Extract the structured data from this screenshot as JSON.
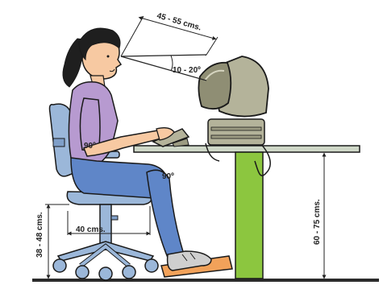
{
  "illustration": {
    "subject": "ergonomic-seated-posture-at-computer-desk",
    "colors": {
      "outline": "#1a1a1a",
      "skin": "#f7c9a2",
      "hair": "#1f1f1f",
      "shirt": "#b79ad0",
      "jeans": "#5f86c8",
      "chair": "#9bb7d9",
      "desk_top": "#cfd8c8",
      "desk_leg": "#8cc63f",
      "monitor": "#b4b39a",
      "shoe": "#cfcfcf",
      "footrest": "#f2a25a",
      "floor": "#2b2b2b"
    }
  },
  "labels": {
    "eye_distance": "45 - 55 cms.",
    "view_angle": "10 - 20º",
    "elbow_angle": "90º",
    "knee_angle": "90º",
    "seat_depth": "40 cms.",
    "seat_height": "38 - 48 cms.",
    "desk_height": "60 - 75 cms."
  }
}
